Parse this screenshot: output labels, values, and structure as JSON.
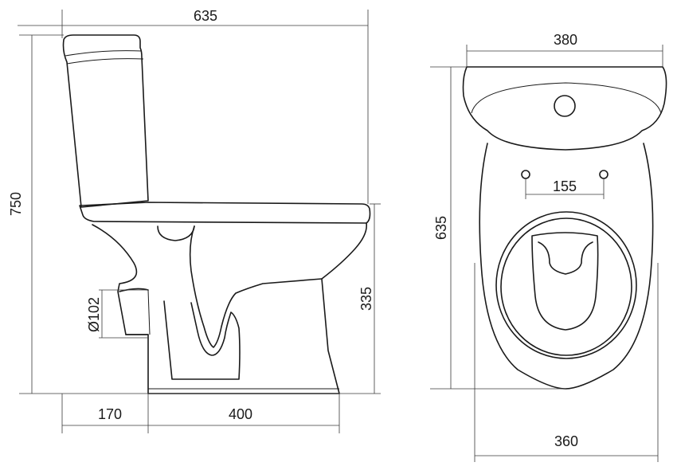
{
  "side_view": {
    "width_top": "635",
    "height_total": "750",
    "height_seat": "335",
    "outlet_diameter": "Ø102",
    "outlet_offset": "170",
    "base_length": "400"
  },
  "top_view": {
    "tank_width": "380",
    "depth": "635",
    "hole_spacing": "155",
    "bowl_width": "360"
  }
}
